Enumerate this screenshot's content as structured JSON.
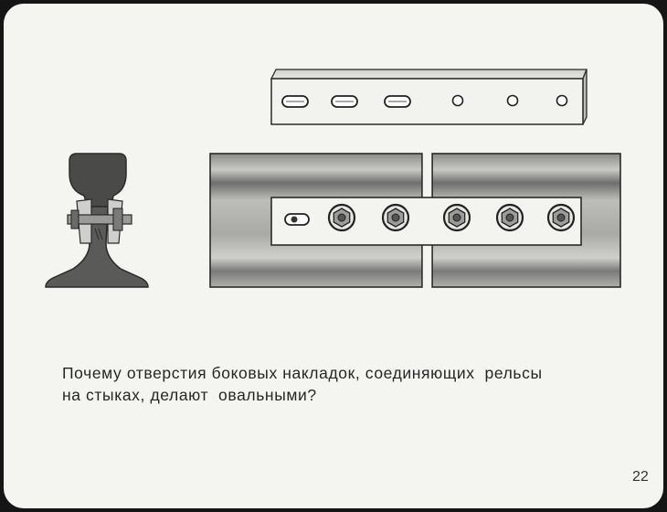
{
  "question": {
    "line1": "Почему отверстия боковых накладок, соединяющих  рельсы",
    "line2": "на стыках, делают  овальными?"
  },
  "page_number": "22"
}
